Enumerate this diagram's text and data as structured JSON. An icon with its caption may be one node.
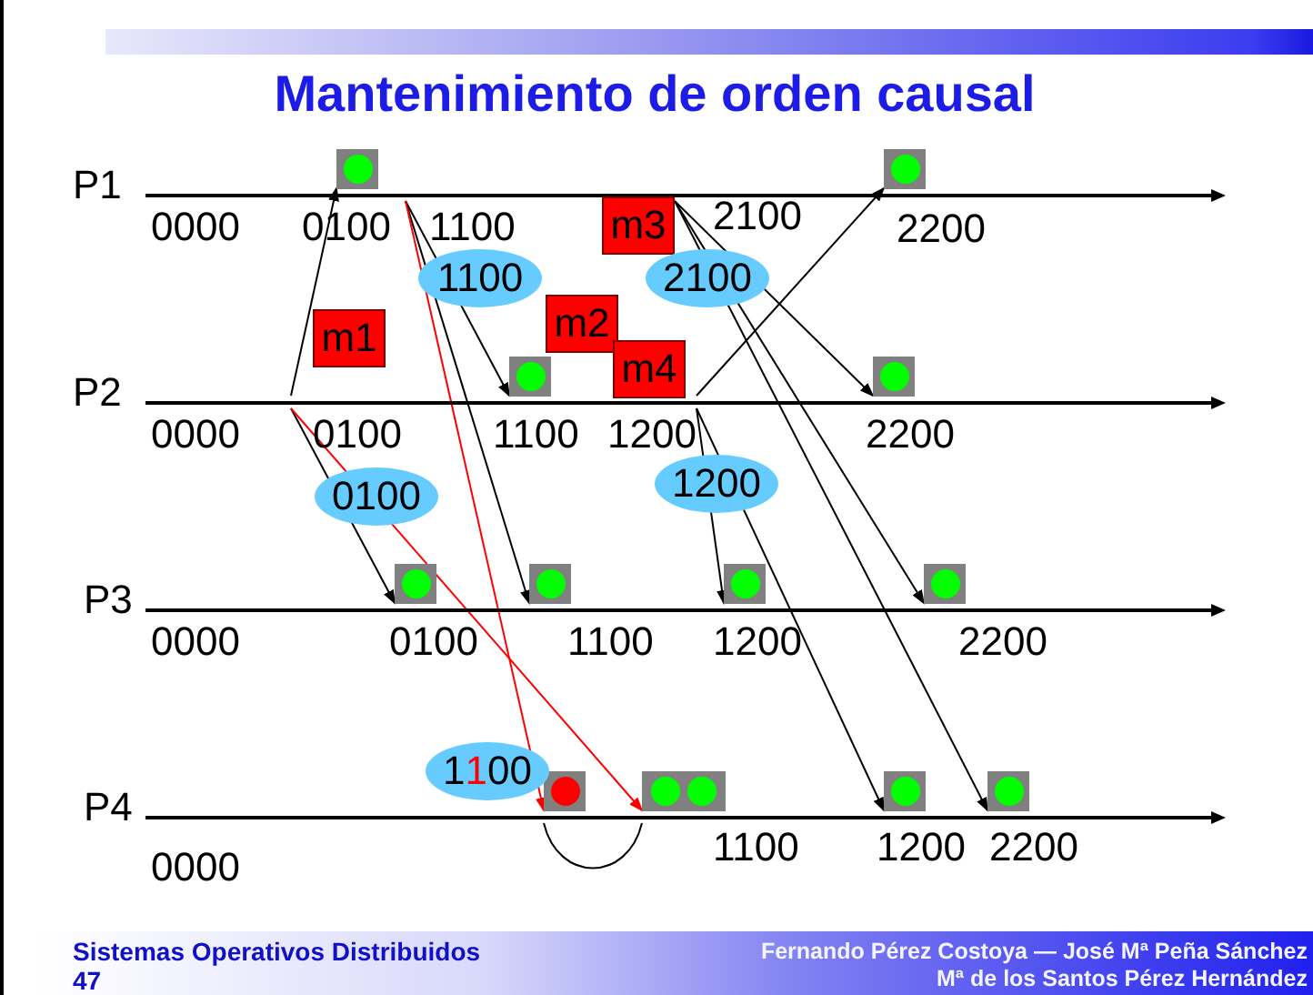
{
  "diagram": {
    "title": "Mantenimiento de orden causal",
    "nodes": [
      {
        "text": [],
        "shape": "bar",
        "beside": [
          "P1"
        ]
      },
      {
        "text": [],
        "shape": "bar",
        "beside": [
          "P2"
        ]
      },
      {
        "text": [],
        "shape": "bar",
        "beside": [
          "P3"
        ]
      },
      {
        "text": [],
        "shape": "bar",
        "beside": [
          "P4"
        ]
      },
      {
        "text": [],
        "shape": "box"
      },
      {
        "text": [],
        "shape": "box"
      },
      {
        "text": [],
        "shape": "box"
      },
      {
        "text": [],
        "shape": "box"
      },
      {
        "text": [],
        "shape": "box"
      },
      {
        "text": [],
        "shape": "box"
      },
      {
        "text": [],
        "shape": "box"
      },
      {
        "text": [],
        "shape": "box"
      },
      {
        "text": [],
        "shape": "box"
      },
      {
        "text": [],
        "shape": "box"
      },
      {
        "text": [],
        "shape": "box"
      },
      {
        "text": [],
        "shape": "box"
      },
      {
        "text": [
          "m1"
        ]
      },
      {
        "text": [
          "m2"
        ]
      },
      {
        "text": [
          "m3"
        ]
      },
      {
        "text": [
          "m4"
        ]
      }
    ],
    "edges": [
      {
        "from": 1,
        "to": 4,
        "arrow": "to"
      },
      {
        "from": 1,
        "to": 8,
        "arrow": "to"
      },
      {
        "from": 1,
        "to": 13,
        "arrow": "to",
        "color": "#ff0000",
        "label": "0100"
      },
      {
        "from": 0,
        "to": 6,
        "arrow": "to",
        "label": "1100"
      },
      {
        "from": 0,
        "to": 9,
        "arrow": "to"
      },
      {
        "from": 0,
        "to": 12,
        "arrow": "to",
        "color": "#ff0000",
        "label": "1**1**00"
      },
      {
        "from": 0,
        "to": 7,
        "arrow": "to",
        "label": "2100"
      },
      {
        "from": 0,
        "to": 11,
        "arrow": "to"
      },
      {
        "from": 0,
        "to": 15,
        "arrow": "to"
      },
      {
        "from": 1,
        "to": 5,
        "arrow": "to"
      },
      {
        "from": 1,
        "to": 10,
        "arrow": "to",
        "label": "1200"
      },
      {
        "from": 1,
        "to": 14,
        "arrow": "to"
      },
      {
        "from": 12,
        "to": 13,
        "arrow": "none"
      }
    ],
    "labels": [
      "0000",
      "0100",
      "1100",
      "2100",
      "2200",
      "0000",
      "0100",
      "1100",
      "1200",
      "2200",
      "0000",
      "0100",
      "1100",
      "1200",
      "2200",
      "0000",
      "1100",
      "1200",
      "2200",
      "Sistemas Operativos Distribuidos",
      "47",
      "Fernando Pérez Costoya — José Mª Peña Sánchez",
      "Mª de los Santos Pérez Hernández"
    ]
  }
}
